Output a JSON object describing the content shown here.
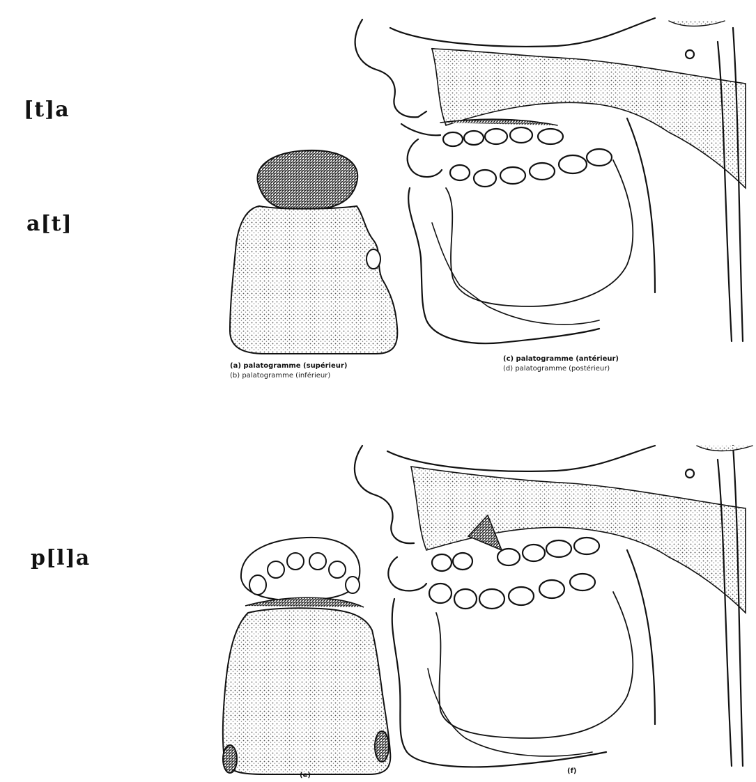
{
  "labels": {
    "top_first": "[t]a",
    "top_second": "a[t]",
    "bottom": "p[l]a"
  },
  "captions": {
    "top_palate_1": "(a) palatogramme (supérieur)",
    "top_palate_2": "(b) palatogramme (inférieur)",
    "top_profile_1": "(c) palatogramme (antérieur)",
    "top_profile_2": "(d) palatogramme (postérieur)",
    "bottom_palate": "(e)",
    "bottom_profile": "(f)"
  },
  "colors": {
    "ink": "#111111",
    "paper": "#ffffff",
    "shade": "#555555"
  }
}
